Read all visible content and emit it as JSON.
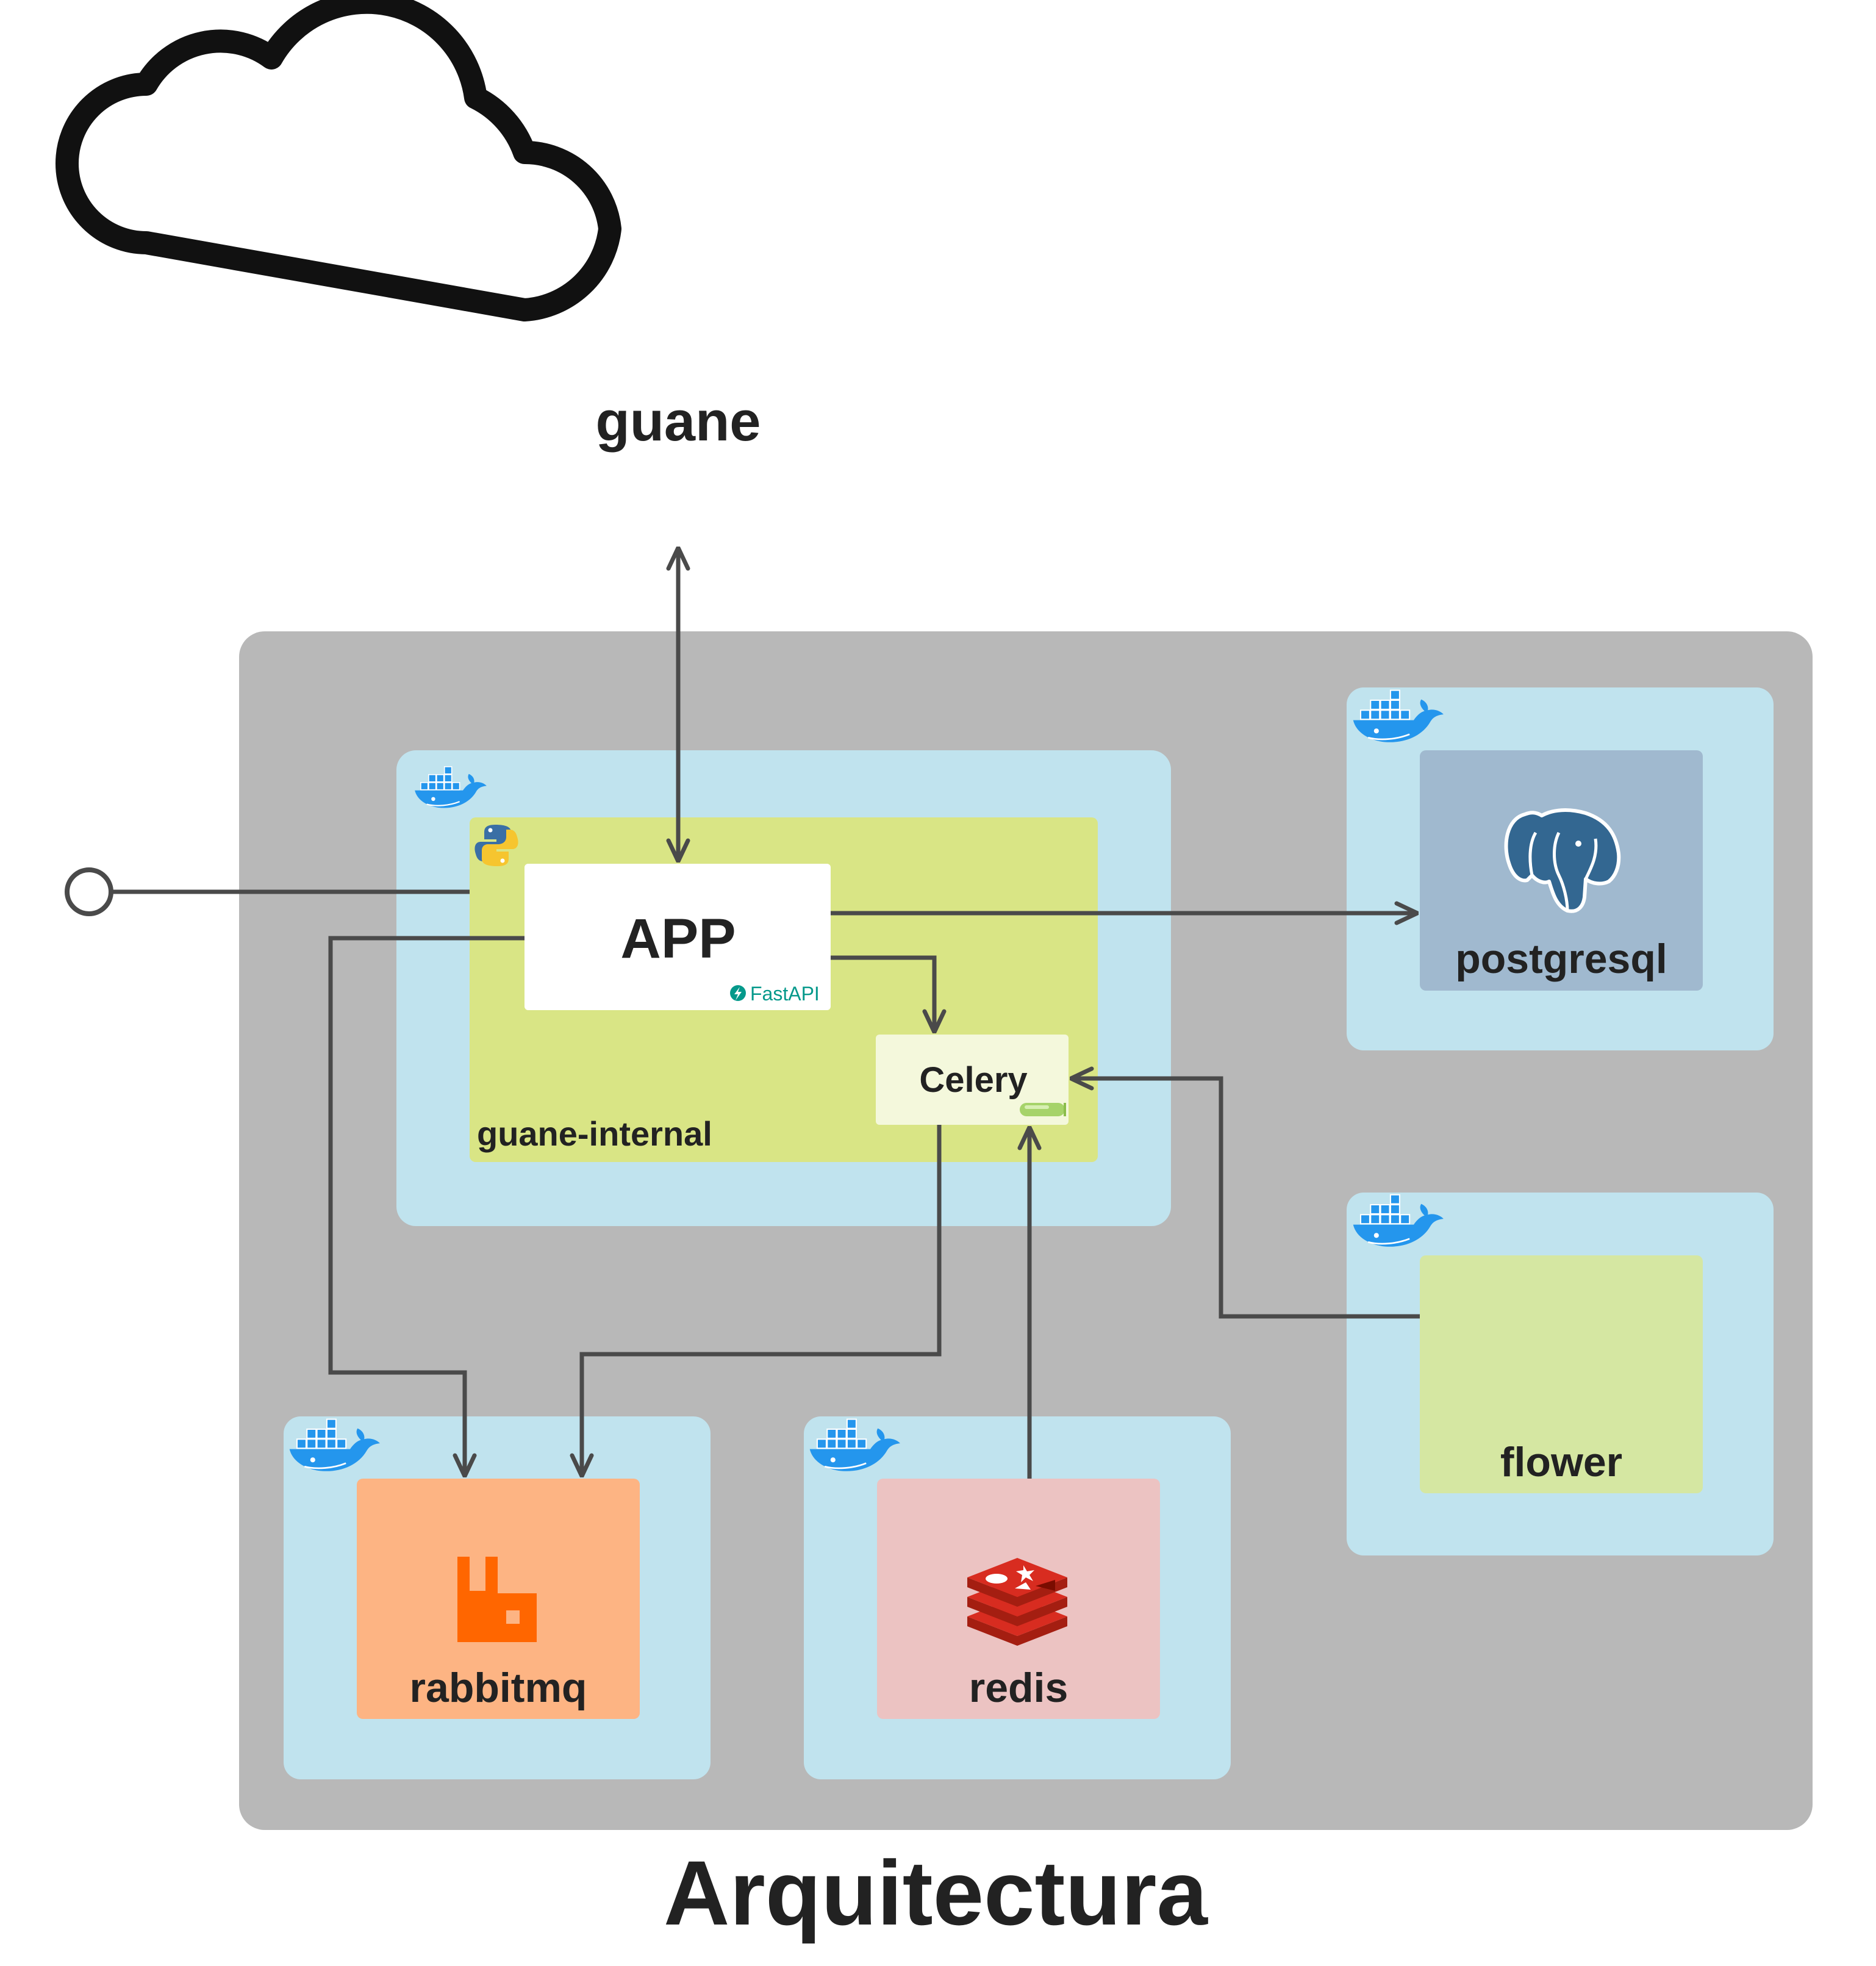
{
  "diagram": {
    "title": "Arquitectura",
    "cloud": {
      "label": "guane"
    },
    "network": {
      "label": "guane-internal"
    },
    "app": {
      "label": "APP",
      "framework": "FastAPI"
    },
    "celery": {
      "label": "Celery"
    },
    "services": {
      "postgresql": {
        "label": "postgresql"
      },
      "flower": {
        "label": "flower"
      },
      "rabbitmq": {
        "label": "rabbitmq"
      },
      "redis": {
        "label": "redis"
      }
    },
    "icons": [
      "docker-whale-icon",
      "python-icon",
      "fastapi-icon",
      "celery-icon",
      "postgresql-elephant-icon",
      "rabbitmq-icon",
      "redis-icon"
    ],
    "colors": {
      "host": "#b8b8b8",
      "container": "#c0e3ee",
      "network": "#d9e585",
      "celery_box": "#f4f8dc",
      "postgresql": "#a0b9cf",
      "flower": "#d5e7a2",
      "rabbitmq": "#fdb483",
      "redis": "#ecc3c2",
      "connector": "#4a4a4a",
      "docker": "#2496ed"
    }
  }
}
